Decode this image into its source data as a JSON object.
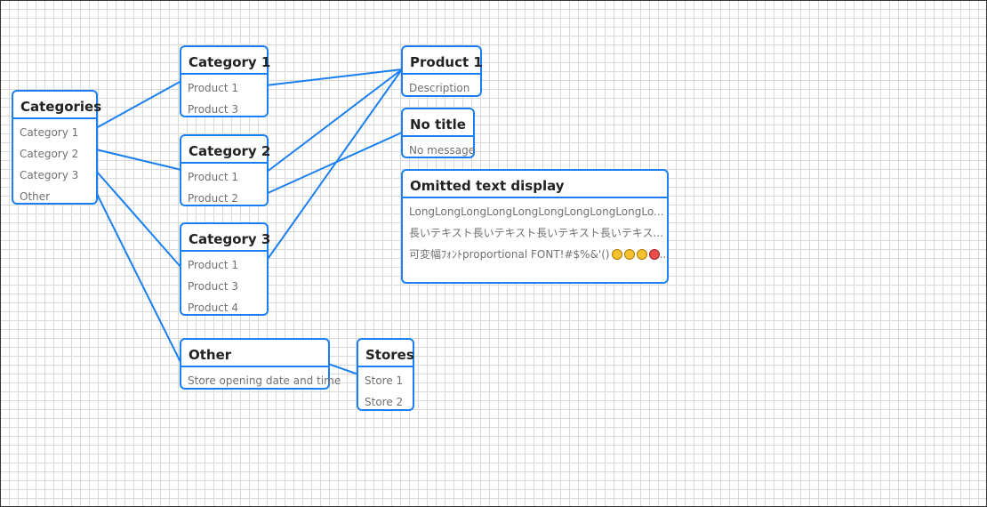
{
  "diagram": {
    "nodes": {
      "categories": {
        "title": "Categories",
        "items": [
          "Category 1",
          "Category 2",
          "Category 3",
          "Other"
        ]
      },
      "category1": {
        "title": "Category 1",
        "items": [
          "Product 1",
          "Product 3"
        ]
      },
      "category2": {
        "title": "Category 2",
        "items": [
          "Product 1",
          "Product 2"
        ]
      },
      "category3": {
        "title": "Category 3",
        "items": [
          "Product 1",
          "Product 3",
          "Product 4"
        ]
      },
      "other": {
        "title": "Other",
        "items": [
          "Store opening date and time"
        ]
      },
      "stores": {
        "title": "Stores",
        "items": [
          "Store 1",
          "Store 2"
        ]
      },
      "product1": {
        "title": "Product 1",
        "items": [
          "Description"
        ]
      },
      "notitle": {
        "title": "No title",
        "items": [
          "No message"
        ]
      },
      "omitted": {
        "title": "Omitted text display",
        "items": [
          "LongLongLongLongLongLongLongLongLongLo...",
          "長いテキスト長いテキスト長いテキスト長いテキス...",
          "可変幅ﾌｫﾝﾄproportional FONT!#$%&'()"
        ]
      }
    },
    "edges": [
      {
        "from": "categories",
        "to": "category1"
      },
      {
        "from": "categories",
        "to": "category2"
      },
      {
        "from": "categories",
        "to": "category3"
      },
      {
        "from": "categories",
        "to": "other"
      },
      {
        "from": "category1",
        "to": "product1"
      },
      {
        "from": "category2",
        "to": "product1"
      },
      {
        "from": "category3",
        "to": "product1"
      },
      {
        "from": "category2",
        "to": "notitle"
      },
      {
        "from": "other",
        "to": "stores"
      }
    ],
    "colors": {
      "accent": "#1a7ff0",
      "grid": "#d9d9d9",
      "title_text": "#222222",
      "item_text": "#707070"
    }
  }
}
